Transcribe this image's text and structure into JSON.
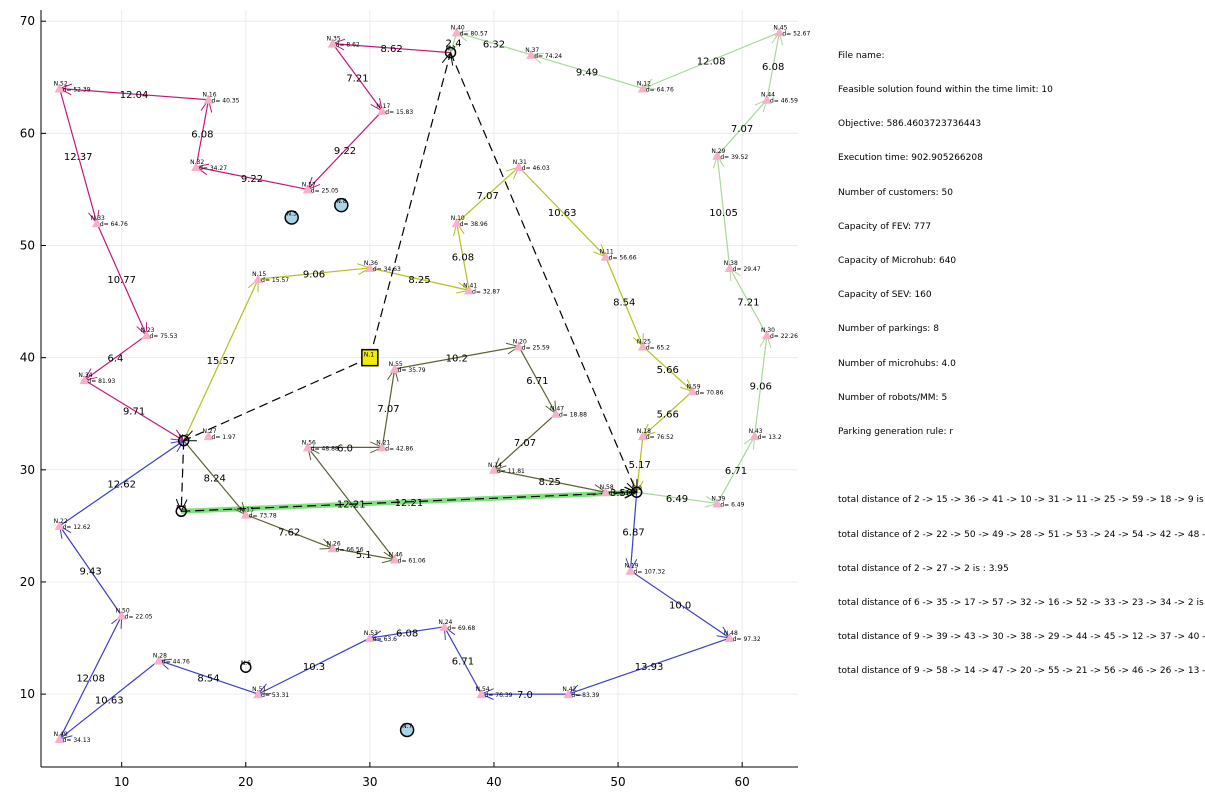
{
  "chart_data": {
    "type": "network-route-map",
    "xlim": [
      3.5,
      64.5
    ],
    "ylim": [
      3.5,
      71
    ],
    "x_ticks": [
      10,
      20,
      30,
      40,
      50,
      60
    ],
    "y_ticks": [
      10,
      20,
      30,
      40,
      50,
      60,
      70
    ],
    "grid": true,
    "legend": "none",
    "customers": [
      {
        "label": "N.35",
        "x": 27,
        "y": 68,
        "d": "d= 8.62"
      },
      {
        "label": "N.40",
        "x": 37,
        "y": 69,
        "d": "d= 80.57"
      },
      {
        "label": "N.37",
        "x": 43,
        "y": 67,
        "d": "d= 74.24"
      },
      {
        "label": "N.12",
        "x": 52,
        "y": 64,
        "d": "d= 64.76"
      },
      {
        "label": "N.45",
        "x": 63,
        "y": 69,
        "d": "d= 52.67"
      },
      {
        "label": "N.44",
        "x": 62,
        "y": 63,
        "d": "d= 46.59"
      },
      {
        "label": "N.52",
        "x": 5,
        "y": 64,
        "d": "d= 52.39"
      },
      {
        "label": "N.16",
        "x": 17,
        "y": 63,
        "d": "d= 40.35"
      },
      {
        "label": "N.17",
        "x": 31,
        "y": 62,
        "d": "d= 15.83"
      },
      {
        "label": "N.32",
        "x": 16,
        "y": 57,
        "d": "d= 34.27"
      },
      {
        "label": "N.57",
        "x": 25,
        "y": 55,
        "d": "d= 25.05"
      },
      {
        "label": "N.31",
        "x": 42,
        "y": 57,
        "d": "d= 46.03"
      },
      {
        "label": "N.29",
        "x": 58,
        "y": 58,
        "d": "d= 39.52"
      },
      {
        "label": "N.33",
        "x": 8,
        "y": 52,
        "d": "d= 64.76"
      },
      {
        "label": "N.10",
        "x": 37,
        "y": 52,
        "d": "d= 38.96"
      },
      {
        "label": "N.11",
        "x": 49,
        "y": 49,
        "d": "d= 56.66"
      },
      {
        "label": "N.38",
        "x": 59,
        "y": 48,
        "d": "d= 29.47"
      },
      {
        "label": "N.15",
        "x": 21,
        "y": 47,
        "d": "d= 15.57"
      },
      {
        "label": "N.36",
        "x": 30,
        "y": 48,
        "d": "d= 34.63"
      },
      {
        "label": "N.41",
        "x": 38,
        "y": 46,
        "d": "d= 32.87"
      },
      {
        "label": "N.23",
        "x": 12,
        "y": 42,
        "d": "d= 75.53"
      },
      {
        "label": "N.30",
        "x": 62,
        "y": 42,
        "d": "d= 22.26"
      },
      {
        "label": "N.25",
        "x": 52,
        "y": 41,
        "d": "d= 65.2"
      },
      {
        "label": "N.20",
        "x": 42,
        "y": 41,
        "d": "d= 25.59"
      },
      {
        "label": "N.55",
        "x": 32,
        "y": 39,
        "d": "d= 35.79"
      },
      {
        "label": "N.34",
        "x": 7,
        "y": 38,
        "d": "d= 81.93"
      },
      {
        "label": "N.59",
        "x": 56,
        "y": 37,
        "d": "d= 70.86"
      },
      {
        "label": "N.47",
        "x": 45,
        "y": 35,
        "d": "d= 18.88"
      },
      {
        "label": "N.27",
        "x": 17,
        "y": 33,
        "d": "d= 1.97"
      },
      {
        "label": "N.18",
        "x": 52,
        "y": 33,
        "d": "d= 76.52"
      },
      {
        "label": "N.43",
        "x": 61,
        "y": 33,
        "d": "d= 13.2"
      },
      {
        "label": "N.56",
        "x": 25,
        "y": 32,
        "d": "d= 48.88"
      },
      {
        "label": "N.21",
        "x": 31,
        "y": 32,
        "d": "d= 42.86"
      },
      {
        "label": "N.14",
        "x": 40,
        "y": 30,
        "d": "d= 11.81"
      },
      {
        "label": "N.58",
        "x": 49,
        "y": 28,
        "d": "d= 3.56"
      },
      {
        "label": "N.39",
        "x": 58,
        "y": 27,
        "d": "d= 6.49"
      },
      {
        "label": "N.22",
        "x": 5,
        "y": 25,
        "d": "d= 12.62"
      },
      {
        "label": "N.13",
        "x": 20,
        "y": 26,
        "d": "d= 73.78"
      },
      {
        "label": "N.26",
        "x": 27,
        "y": 23,
        "d": "d= 66.56"
      },
      {
        "label": "N.46",
        "x": 32,
        "y": 22,
        "d": "d= 61.06"
      },
      {
        "label": "N.19",
        "x": 51,
        "y": 21,
        "d": "d= 107.32"
      },
      {
        "label": "N.50",
        "x": 10,
        "y": 17,
        "d": "d= 22.05"
      },
      {
        "label": "N.24",
        "x": 36,
        "y": 16,
        "d": "d= 69.68"
      },
      {
        "label": "N.53",
        "x": 30,
        "y": 15,
        "d": "d= 63.6"
      },
      {
        "label": "N.48",
        "x": 59,
        "y": 15,
        "d": "d= 97.32"
      },
      {
        "label": "N.28",
        "x": 13,
        "y": 13,
        "d": "d= 44.76"
      },
      {
        "label": "N.51",
        "x": 21,
        "y": 10,
        "d": "d= 53.31"
      },
      {
        "label": "N.54",
        "x": 39,
        "y": 10,
        "d": "d= 76.39"
      },
      {
        "label": "N.42",
        "x": 46,
        "y": 10,
        "d": "d= 83.39"
      },
      {
        "label": "N.49",
        "x": 5,
        "y": 6,
        "d": "d= 34.13"
      }
    ],
    "parkings": [
      {
        "label": "N.5",
        "x": 23.7,
        "y": 52.5
      },
      {
        "label": "N.8",
        "x": 27.7,
        "y": 53.6
      },
      {
        "label": "N.7",
        "x": 33,
        "y": 6.8
      }
    ],
    "hubs": [
      {
        "label": "N.4",
        "x": 36.5,
        "y": 67.2
      },
      {
        "label": "N.2",
        "x": 15.0,
        "y": 32.6
      },
      {
        "label": "N.9",
        "x": 51.5,
        "y": 28.0
      },
      {
        "label": "N.3",
        "x": 14.8,
        "y": 26.3
      },
      {
        "label": "N.6",
        "x": 20.0,
        "y": 12.4
      }
    ],
    "depot": {
      "label": "N.1",
      "x": 30.0,
      "y": 40.0
    },
    "routes": [
      {
        "color": "#c2197a",
        "stops": [
          "N.6",
          "N.35",
          "N.17",
          "N.57",
          "N.32",
          "N.16",
          "N.52",
          "N.33",
          "N.23",
          "N.34",
          "N.2"
        ],
        "edge_labels": [
          "8.62",
          "7.21",
          "9.22",
          "9.22",
          "6.08",
          "12.04",
          "12.37",
          "10.77",
          "6.4",
          "9.71"
        ],
        "fixed": {
          "N.6": [
            36.5,
            67.2
          ]
        }
      },
      {
        "color": "#b5c01c",
        "stops": [
          "N.2",
          "N.15",
          "N.36",
          "N.41",
          "N.10",
          "N.31",
          "N.11",
          "N.25",
          "N.59",
          "N.18",
          "N.9"
        ],
        "edge_labels": [
          "15.57",
          "9.06",
          "8.25",
          "6.08",
          "7.07",
          "10.63",
          "8.54",
          "5.66",
          "5.66",
          "5.17"
        ]
      },
      {
        "color": "#5a6132",
        "stops": [
          "N.2",
          "N.13",
          "N.26",
          "N.46",
          "N.56",
          "N.21",
          "N.55",
          "N.20",
          "N.47",
          "N.14",
          "N.58",
          "N.9"
        ],
        "edge_labels": [
          "8.24",
          "7.62",
          "5.1",
          "12.21",
          "6.0",
          "7.07",
          "10.2",
          "6.71",
          "7.07",
          "8.25",
          "3.56"
        ]
      },
      {
        "color": "#a8d79c",
        "stops": [
          "N.9",
          "N.39",
          "N.43",
          "N.30",
          "N.38",
          "N.29",
          "N.44",
          "N.45",
          "N.12",
          "N.37",
          "N.40",
          "N.4"
        ],
        "edge_labels": [
          "6.49",
          "6.71",
          "9.06",
          "7.21",
          "10.05",
          "7.07",
          "6.08",
          "12.08",
          "9.49",
          "6.32",
          "2.4"
        ]
      },
      {
        "color": "#3a3fc7",
        "stops": [
          "N.9",
          "N.19",
          "N.48",
          "N.42",
          "N.54",
          "N.24",
          "N.53",
          "N.51",
          "N.28",
          "N.49",
          "N.50",
          "N.22",
          "N.2"
        ],
        "edge_labels": [
          "6.87",
          "10.0",
          "13.93",
          "7.0",
          "6.71",
          "6.08",
          "10.3",
          "8.54",
          "10.63",
          "12.08",
          "9.43",
          "12.62"
        ]
      }
    ],
    "fev_routes": [
      {
        "from": "N.1",
        "to": "N.4"
      },
      {
        "from": "N.4",
        "to": "N.9"
      },
      {
        "from": "N.1",
        "to": "N.2"
      },
      {
        "from": "N.2",
        "to": "N.3"
      },
      {
        "from": "N.3",
        "to": "N.9"
      }
    ],
    "highlight_edge": {
      "from": "N.3",
      "to": "N.9",
      "label": "12.21",
      "color": "#7ee07e"
    },
    "colors": {
      "customer": "#f7b0c8",
      "parking": "#a9d4e6",
      "depot": "#f2ea0a",
      "fev": "#000000"
    }
  },
  "info": {
    "lines": [
      "File name:",
      "Feasible solution found within the time limit: 10",
      "Objective: 586.4603723736443",
      "Execution time: 902.905266208",
      "Number of customers: 50",
      "Capacity of FEV: 777",
      "Capacity of Microhub: 640",
      "Capacity of SEV: 160",
      "Number of parkings: 8",
      "Number of microhubs: 4.0",
      "Number of robots/MM: 5",
      "Parking generation rule: r"
    ],
    "distances": [
      "total distance of 2 -> 15 -> 36 -> 41 -> 10 -> 31 -> 11 -> 25 -> 59 -> 18 -> 9 is",
      "total distance of 2 -> 22 -> 50 -> 49 -> 28 -> 51 -> 53 -> 24 -> 54 -> 42 -> 48 -",
      "total distance of 2 -> 27 -> 2 is : 3.95",
      "total distance of 6 -> 35 -> 17 -> 57 -> 32 -> 16 -> 52 -> 33 -> 23 -> 34 -> 2 is",
      "total distance of 9 -> 39 -> 43 -> 30 -> 38 -> 29 -> 44 -> 45 -> 12 -> 37 -> 40 -",
      "total distance of 9 -> 58 -> 14 -> 47 -> 20 -> 55 -> 21 -> 56 -> 46 -> 26 -> 13 -"
    ]
  }
}
